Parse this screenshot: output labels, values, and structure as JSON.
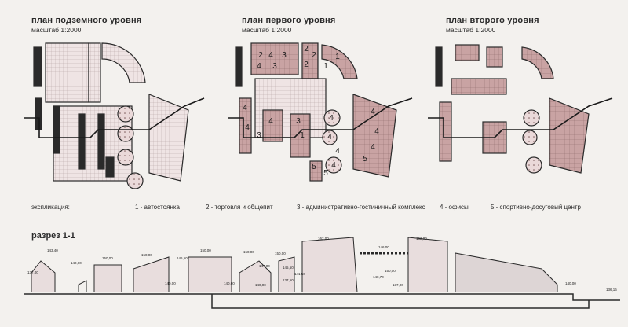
{
  "plans": [
    {
      "title": "план подземного уровня",
      "scale": "масштаб 1:2000",
      "numbers": []
    },
    {
      "title": "план первого уровня",
      "scale": "масштаб 1:2000",
      "numbers": [
        "2",
        "4",
        "3",
        "2",
        "2",
        "4",
        "3",
        "2",
        "1",
        "1",
        "4",
        "4",
        "3",
        "1",
        "4",
        "4",
        "4",
        "4",
        "4",
        "4",
        "5",
        "5",
        "3",
        "4",
        "5",
        "4"
      ]
    },
    {
      "title": "план второго уровня",
      "scale": "масштаб 1:2000",
      "numbers": []
    }
  ],
  "legend": {
    "label": "экспликация:",
    "items": [
      "1  -  автостоянка",
      "2  -  торговля и общепит",
      "3  -  административно-гостиничный комплекс",
      "4  -  офисы",
      "5  -  спортивно-досуговый центр"
    ]
  },
  "section": {
    "title": "разрез 1-1",
    "levels": [
      "143,40",
      "140,60",
      "137,00",
      "150,00",
      "150,00",
      "150,00",
      "146,50",
      "150,00",
      "150,00",
      "147,00",
      "145,50",
      "141,50",
      "137,50",
      "162,00",
      "146,00",
      "162,00",
      "140,70",
      "137,00",
      "136,16",
      "150,00",
      "140,00",
      "140,00",
      "140,00",
      "140,00"
    ]
  },
  "colors": {
    "background": "#f3f1ee",
    "accent": "#c9a3a3",
    "line": "#2a2a2a",
    "grid": "#b5a3a3"
  }
}
